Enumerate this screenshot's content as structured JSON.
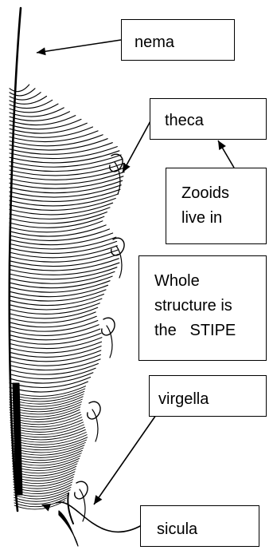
{
  "labels": {
    "nema": "nema",
    "theca": "theca",
    "zooids_line1": "Zooids",
    "zooids_line2": "live in",
    "stipe_line1": "Whole",
    "stipe_line2": "structure is",
    "stipe_line3": "the   STIPE",
    "virgella": "virgella",
    "sicula": "sicula"
  },
  "colors": {
    "ink": "#000000",
    "background": "#ffffff"
  }
}
